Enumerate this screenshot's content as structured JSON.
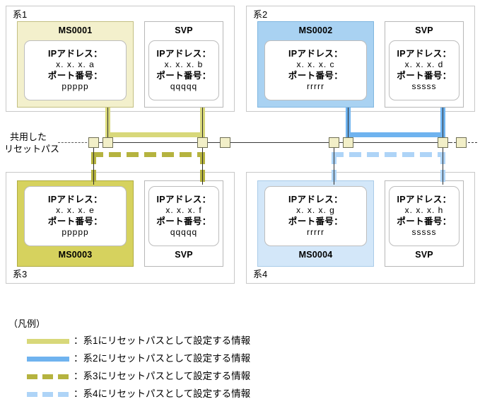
{
  "diagram": {
    "bus_label_line1": "共用した",
    "bus_label_line2": "リセットパス",
    "systems": [
      {
        "id": "sys1",
        "label": "系1",
        "ms": {
          "title": "MS0001",
          "ip_label": "IPアドレス：",
          "ip_value": "x. x. x. a",
          "port_label": "ポート番号：",
          "port_value": "ppppp"
        },
        "svp": {
          "title": "SVP",
          "ip_label": "IPアドレス：",
          "ip_value": "x. x. x. b",
          "port_label": "ポート番号：",
          "port_value": "qqqqq"
        }
      },
      {
        "id": "sys2",
        "label": "系2",
        "ms": {
          "title": "MS0002",
          "ip_label": "IPアドレス：",
          "ip_value": "x. x. x. c",
          "port_label": "ポート番号：",
          "port_value": "rrrrr"
        },
        "svp": {
          "title": "SVP",
          "ip_label": "IPアドレス：",
          "ip_value": "x. x. x. d",
          "port_label": "ポート番号：",
          "port_value": "sssss"
        }
      },
      {
        "id": "sys3",
        "label": "系3",
        "ms": {
          "title": "MS0003",
          "ip_label": "IPアドレス：",
          "ip_value": "x. x. x. e",
          "port_label": "ポート番号：",
          "port_value": "ppppp"
        },
        "svp": {
          "title": "SVP",
          "ip_label": "IPアドレス：",
          "ip_value": "x. x. x. f",
          "port_label": "ポート番号：",
          "port_value": "qqqqq"
        }
      },
      {
        "id": "sys4",
        "label": "系4",
        "ms": {
          "title": "MS0004",
          "ip_label": "IPアドレス：",
          "ip_value": "x. x. x. g",
          "port_label": "ポート番号：",
          "port_value": "rrrrr"
        },
        "svp": {
          "title": "SVP",
          "ip_label": "IPアドレス：",
          "ip_value": "x. x. x. h",
          "port_label": "ポート番号：",
          "port_value": "sssss"
        }
      }
    ]
  },
  "legend": {
    "title": "（凡例）",
    "items": [
      {
        "style": "solid",
        "color": "#d8d87a",
        "separator": "：",
        "text": "系1にリセットパスとして設定する情報"
      },
      {
        "style": "solid",
        "color": "#6fb3ef",
        "separator": "：",
        "text": "系2にリセットパスとして設定する情報"
      },
      {
        "style": "dashed",
        "color": "#b5b33f",
        "separator": "：",
        "text": "系3にリセットパスとして設定する情報"
      },
      {
        "style": "dashed",
        "color": "#aed4f7",
        "separator": "：",
        "text": "系4にリセットパスとして設定する情報"
      }
    ]
  },
  "colors": {
    "sys1_path": "#d8d87a",
    "sys2_path": "#6fb3ef",
    "sys3_path": "#b5b33f",
    "sys4_path": "#aed4f7",
    "ms0001_fill": "#f3f0cc",
    "ms0002_fill": "#a9d2f2",
    "ms0003_fill": "#d6d25e",
    "ms0004_fill": "#d3e7f9",
    "node_fill": "#f2efc8",
    "panel_border": "#c8c8c8"
  }
}
